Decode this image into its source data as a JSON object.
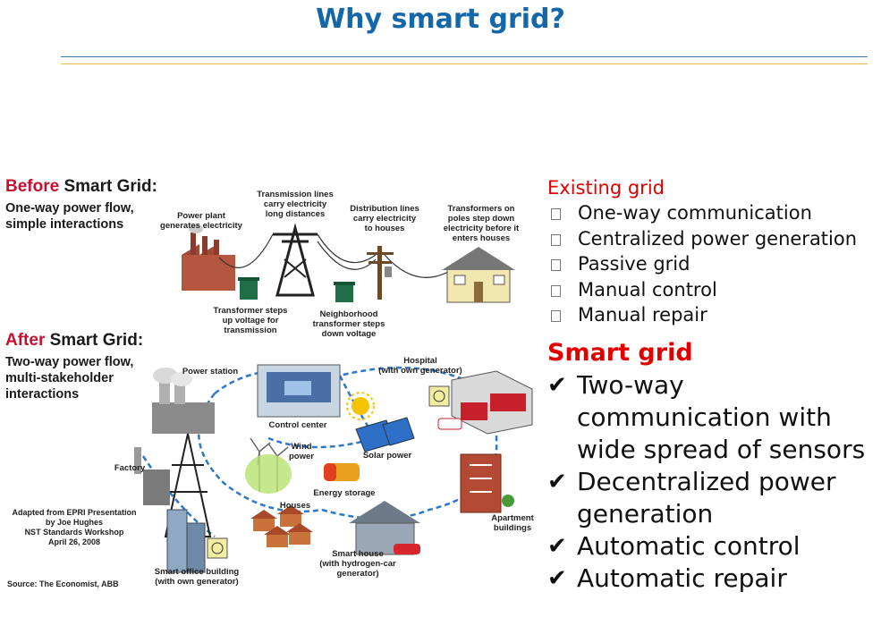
{
  "slide": {
    "title": "Why smart grid?"
  },
  "diagram": {
    "before": {
      "heading_prefix": "Before",
      "heading_suffix": " Smart Grid:",
      "subtitle_line1": "One-way power flow,",
      "subtitle_line2": "simple interactions",
      "labels": {
        "power_plant": "Power plant\ngenerates electricity",
        "transmission_lines": "Transmission lines\ncarry electricity\nlong distances",
        "distribution_lines": "Distribution lines\ncarry electricity\nto houses",
        "pole_transformers": "Transformers on\npoles step down\nelectricity before it\nenters houses",
        "transformer_up": "Transformer steps\nup voltage for\ntransmission",
        "neighborhood_transformer": "Neighborhood\ntransformer steps\ndown voltage"
      }
    },
    "after": {
      "heading_prefix": "After",
      "heading_suffix": " Smart Grid:",
      "subtitle_line1": "Two-way power flow,",
      "subtitle_line2": "multi-stakeholder",
      "subtitle_line3": "interactions",
      "labels": {
        "power_station": "Power station",
        "hospital": "Hospital\n(with own generator)",
        "control_center": "Control center",
        "wind_power": "Wind\npower",
        "solar_power": "Solar power",
        "factory": "Factory",
        "energy_storage": "Energy storage",
        "houses": "Houses",
        "apartment_buildings": "Apartment\nbuildings",
        "smart_house": "Smart house\n(with hydrogen-car\ngenerator)",
        "smart_office": "Smart office building\n(with own generator)"
      }
    },
    "credit": "Adapted from EPRI Presentation\nby Joe Hughes\nNST Standards Workshop\nApril 26, 2008",
    "source": "Source: The Economist, ABB"
  },
  "existing_grid": {
    "heading": "Existing grid",
    "items": [
      "One-way communication",
      "Centralized power generation",
      "Passive grid",
      "Manual control",
      "Manual repair"
    ]
  },
  "smart_grid": {
    "heading": "Smart grid",
    "check_glyph": "✔",
    "items": [
      "Two-way communication with wide spread of sensors",
      "Decentralized power generation",
      "Automatic control",
      "Automatic repair"
    ]
  }
}
